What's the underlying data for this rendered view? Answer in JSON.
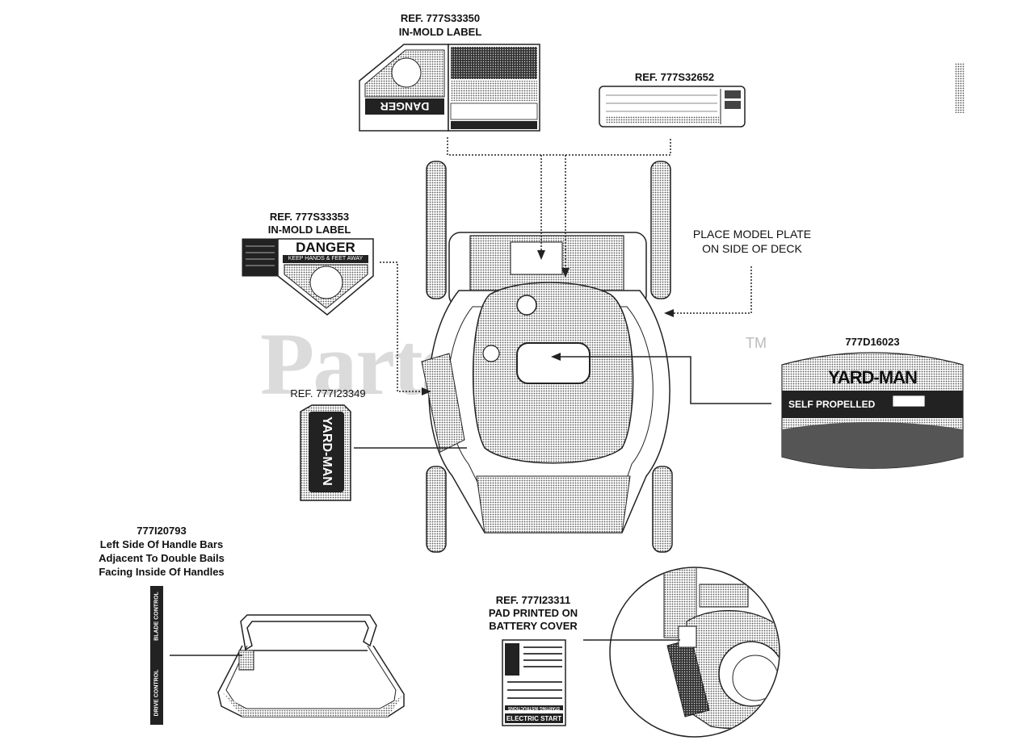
{
  "watermark": {
    "text": "PartsTree",
    "trademark": "TM"
  },
  "callouts": {
    "top_label": {
      "ref": "REF. 777S33350",
      "note": "IN-MOLD LABEL"
    },
    "top_right_label": {
      "ref": "REF. 777S32652"
    },
    "left_label": {
      "ref": "REF. 777S33353",
      "note": "IN-MOLD LABEL"
    },
    "model_plate": {
      "line1": "PLACE MODEL PLATE",
      "line2": "ON SIDE OF DECK"
    },
    "brand_decal": {
      "part": "777D16023"
    },
    "side_decal": {
      "ref": "REF. 777I23349"
    },
    "handle_decal": {
      "part": "777I20793",
      "line1": "Left Side Of Handle Bars",
      "line2": "Adjacent To Double Bails",
      "line3": "Facing Inside Of Handles"
    },
    "battery_cover": {
      "ref": "REF. 777I23311",
      "line1": "PAD PRINTED ON",
      "line2": "BATTERY COVER"
    }
  },
  "decals": {
    "danger_word": "DANGER",
    "danger_sub": "KEEP HANDS & FEET AWAY",
    "brand_name": "YARD-MAN",
    "self_propelled": "SELF PROPELLED",
    "side_brand": "YARD-MAN",
    "blade_control": "BLADE CONTROL",
    "drive_control": "DRIVE CONTROL",
    "electric_start": "ELECTRIC START",
    "starting_instructions": "STARTING INSTRUCTIONS"
  },
  "colors": {
    "ink": "#111111",
    "stipple": "#8a8a8a",
    "watermark": "#cfcfcf"
  }
}
